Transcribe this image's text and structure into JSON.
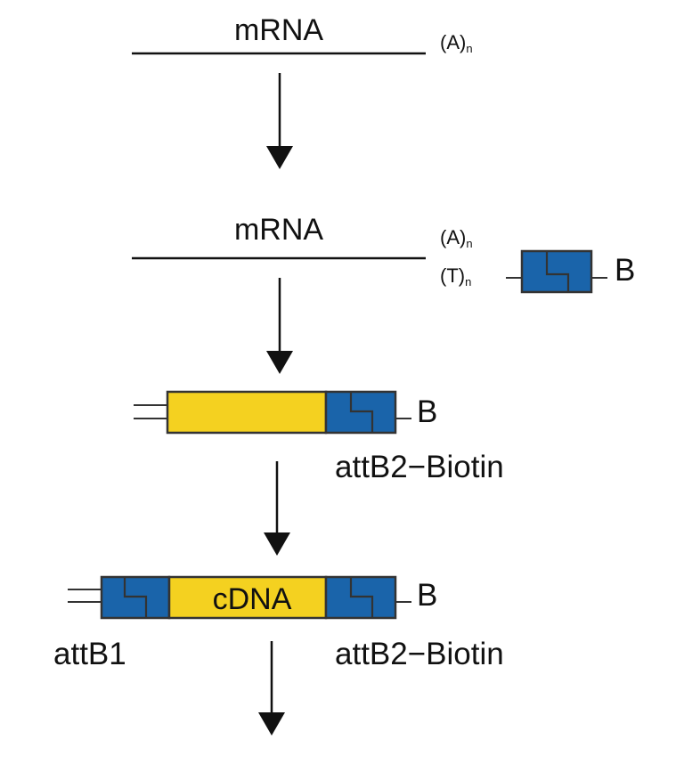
{
  "colors": {
    "adapter_blue": "#1a64aa",
    "cdna_yellow": "#f4d120",
    "outline": "#333333",
    "ink": "#111111"
  },
  "steps": [
    {
      "strand_label": "mRNA",
      "polyA": "(A)",
      "polyA_sub": "n"
    },
    {
      "strand_label": "mRNA",
      "polyA": "(A)",
      "polyA_sub": "n",
      "polyT": "(T)",
      "polyT_sub": "n",
      "biotin_mark": "B"
    },
    {
      "biotin_mark": "B",
      "adapter_right_label": "attB2−Biotin"
    },
    {
      "cdna_label": "cDNA",
      "biotin_mark": "B",
      "adapter_left_label": "attB1",
      "adapter_right_label": "attB2−Biotin"
    }
  ],
  "arrow_icon": "arrow-down-icon"
}
